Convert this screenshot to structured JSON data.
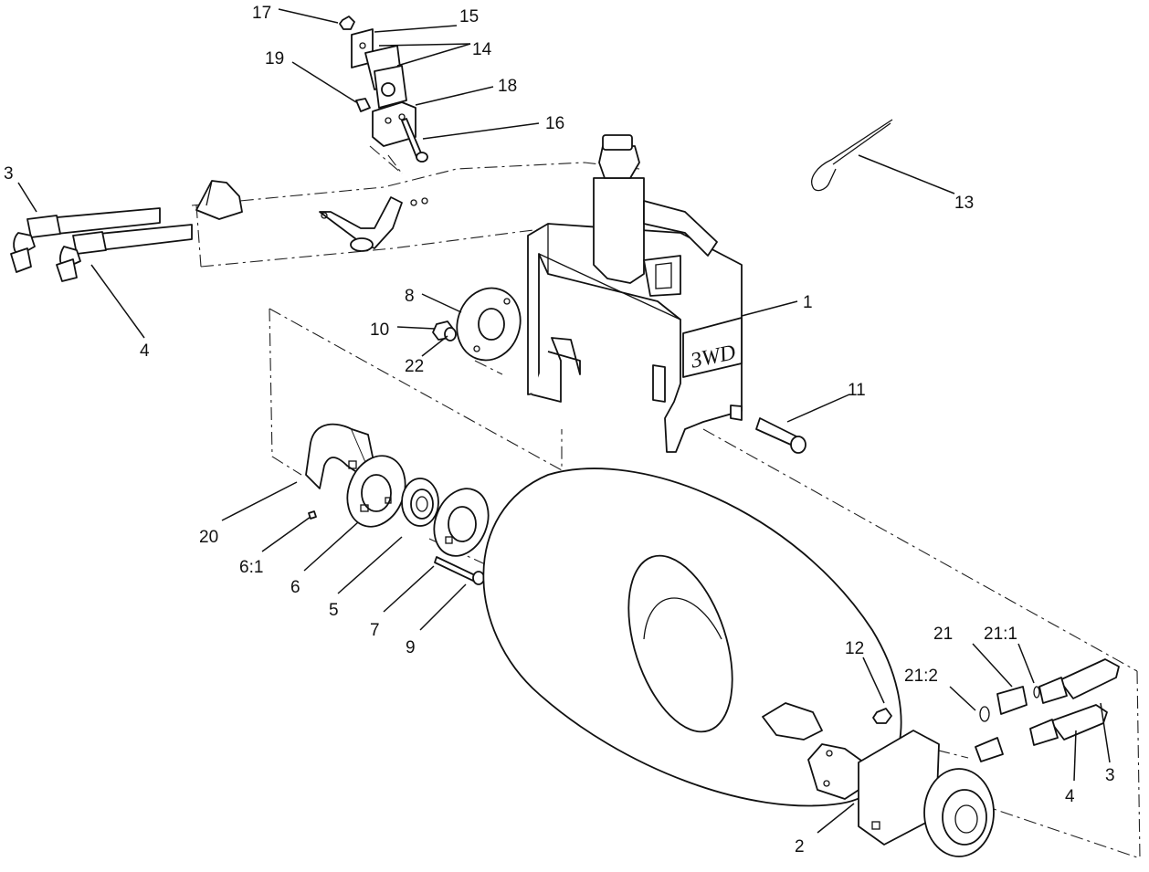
{
  "diagram": {
    "decal_text": "3WD",
    "callouts": [
      {
        "id": "1",
        "text": "1"
      },
      {
        "id": "2",
        "text": "2"
      },
      {
        "id": "3a",
        "text": "3"
      },
      {
        "id": "3b",
        "text": "3"
      },
      {
        "id": "4a",
        "text": "4"
      },
      {
        "id": "4b",
        "text": "4"
      },
      {
        "id": "5",
        "text": "5"
      },
      {
        "id": "6",
        "text": "6"
      },
      {
        "id": "6-1",
        "text": "6:1"
      },
      {
        "id": "7",
        "text": "7"
      },
      {
        "id": "8",
        "text": "8"
      },
      {
        "id": "9",
        "text": "9"
      },
      {
        "id": "10",
        "text": "10"
      },
      {
        "id": "11",
        "text": "11"
      },
      {
        "id": "12",
        "text": "12"
      },
      {
        "id": "13",
        "text": "13"
      },
      {
        "id": "14",
        "text": "14"
      },
      {
        "id": "15",
        "text": "15"
      },
      {
        "id": "16",
        "text": "16"
      },
      {
        "id": "17",
        "text": "17"
      },
      {
        "id": "18",
        "text": "18"
      },
      {
        "id": "19",
        "text": "19"
      },
      {
        "id": "20",
        "text": "20"
      },
      {
        "id": "21",
        "text": "21"
      },
      {
        "id": "21-1",
        "text": "21:1"
      },
      {
        "id": "21-2",
        "text": "21:2"
      },
      {
        "id": "22",
        "text": "22"
      }
    ]
  }
}
